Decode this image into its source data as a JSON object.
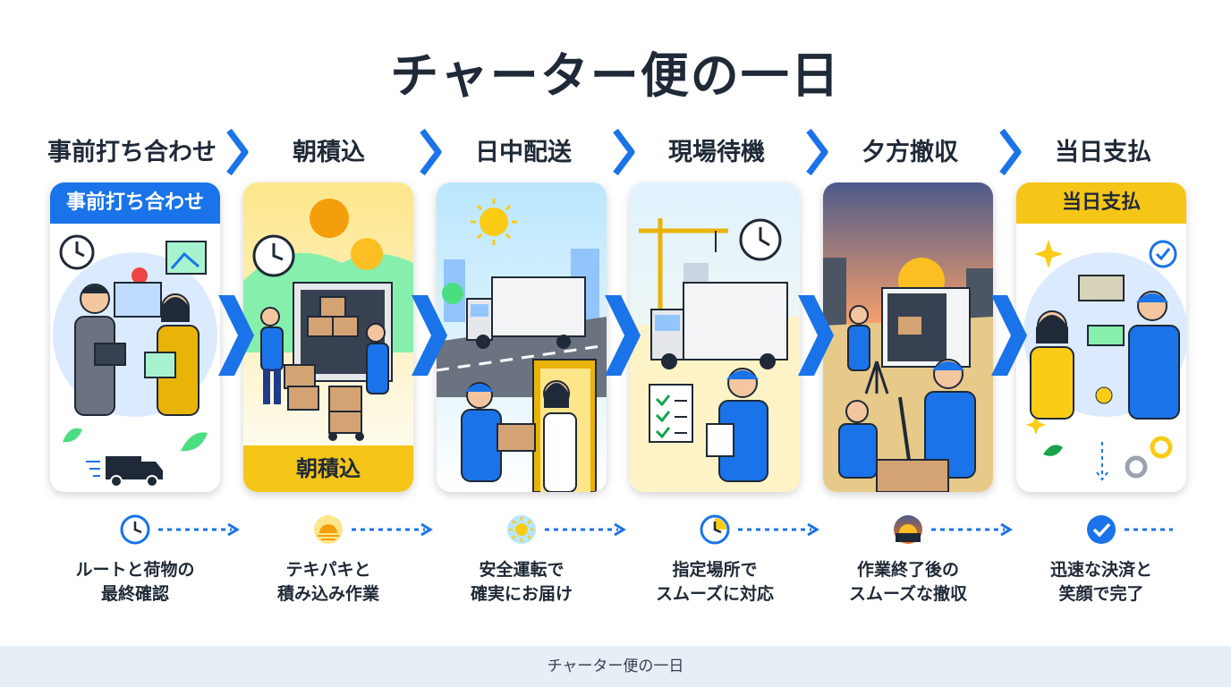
{
  "title": "チャーター便の一日",
  "steps": [
    {
      "header": "事前打ち合わせ",
      "card_label": "事前打ち合わせ",
      "desc_line1": "ルートと荷物の",
      "desc_line2": "最終確認",
      "icon": "clock-icon"
    },
    {
      "header": "朝積込",
      "card_label": "朝積込",
      "desc_line1": "テキパキと",
      "desc_line2": "積み込み作業",
      "icon": "sunrise-icon"
    },
    {
      "header": "日中配送",
      "desc_line1": "安全運転で",
      "desc_line2": "確実にお届け",
      "icon": "sun-icon"
    },
    {
      "header": "現場待機",
      "desc_line1": "指定場所で",
      "desc_line2": "スムーズに対応",
      "icon": "clock-icon"
    },
    {
      "header": "夕方撤収",
      "desc_line1": "作業終了後の",
      "desc_line2": "スムーズな撤収",
      "icon": "sunset-icon"
    },
    {
      "header": "当日支払",
      "card_label": "当日支払",
      "desc_line1": "迅速な決済と",
      "desc_line2": "笑顔で完了",
      "icon": "check-circle-icon"
    }
  ],
  "colors": {
    "accent": "#1a73e8",
    "yellow": "#f5c518",
    "dark": "#1f2937"
  },
  "footer": "チャーター便の一日"
}
